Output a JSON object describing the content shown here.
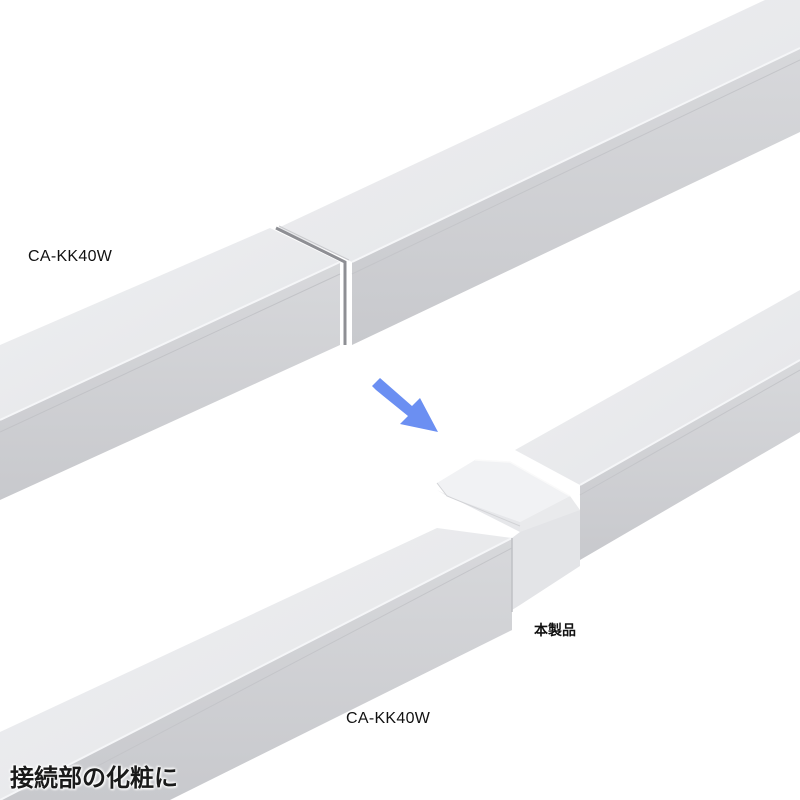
{
  "labels": {
    "top_model": "CA-KK40W",
    "bottom_model": "CA-KK40W",
    "product": "本製品",
    "caption": "接続部の化粧に"
  },
  "icons": {
    "arrow": "arrow-down-right-icon"
  },
  "colors": {
    "background": "#ffffff",
    "duct_top_face": "#e9eaed",
    "duct_front_face": "#cfd0d4",
    "duct_edge_highlight": "#f4f5f7",
    "junction_gap": "#8e8f94",
    "cap_top": "#f1f2f4",
    "cap_front": "#e3e4e7",
    "arrow": "#6b8ff2",
    "text": "#111111"
  }
}
